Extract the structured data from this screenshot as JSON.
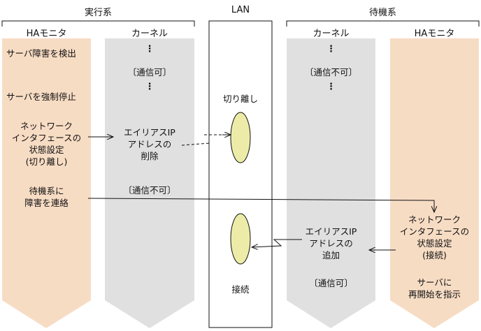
{
  "groups": {
    "active": "実行系",
    "lan": "LAN",
    "standby": "待機系"
  },
  "columns": {
    "active_ha": "HAモニタ",
    "active_kernel": "カーネル",
    "standby_kernel": "カーネル",
    "standby_ha": "HAモニタ"
  },
  "active_ha_steps": {
    "detect": "サーバ障害を検出",
    "stop": "サーバを強制停止",
    "nic_detach": "ネットワーク\nインタフェースの\n状態設定\n(切り離し)",
    "notify": "待機系に\n障害を連絡"
  },
  "active_kernel": {
    "dots_top": "⋮",
    "comm_ok": "〔通信可〕",
    "dots_bottom": "⋮",
    "alias_delete": "エイリアスIP\nアドレスの\n削除",
    "comm_ng": "〔通信不可〕"
  },
  "lan": {
    "detach": "切り離し",
    "connect": "接続"
  },
  "standby_kernel": {
    "dots_top": "⋮",
    "comm_ng": "〔通信不可〕",
    "dots_bottom": "⋮",
    "alias_add": "エイリアスIP\nアドレスの\n追加",
    "comm_ok": "〔通信可〕"
  },
  "standby_ha_steps": {
    "nic_connect": "ネットワーク\nインタフェースの\n状態設定\n(接続)",
    "restart": "サーバに\n再開始を指示"
  },
  "colors": {
    "ha_fill": "#f7dcc4",
    "kernel_fill": "#e0e0e0",
    "nic_fill": "#ececa8"
  }
}
